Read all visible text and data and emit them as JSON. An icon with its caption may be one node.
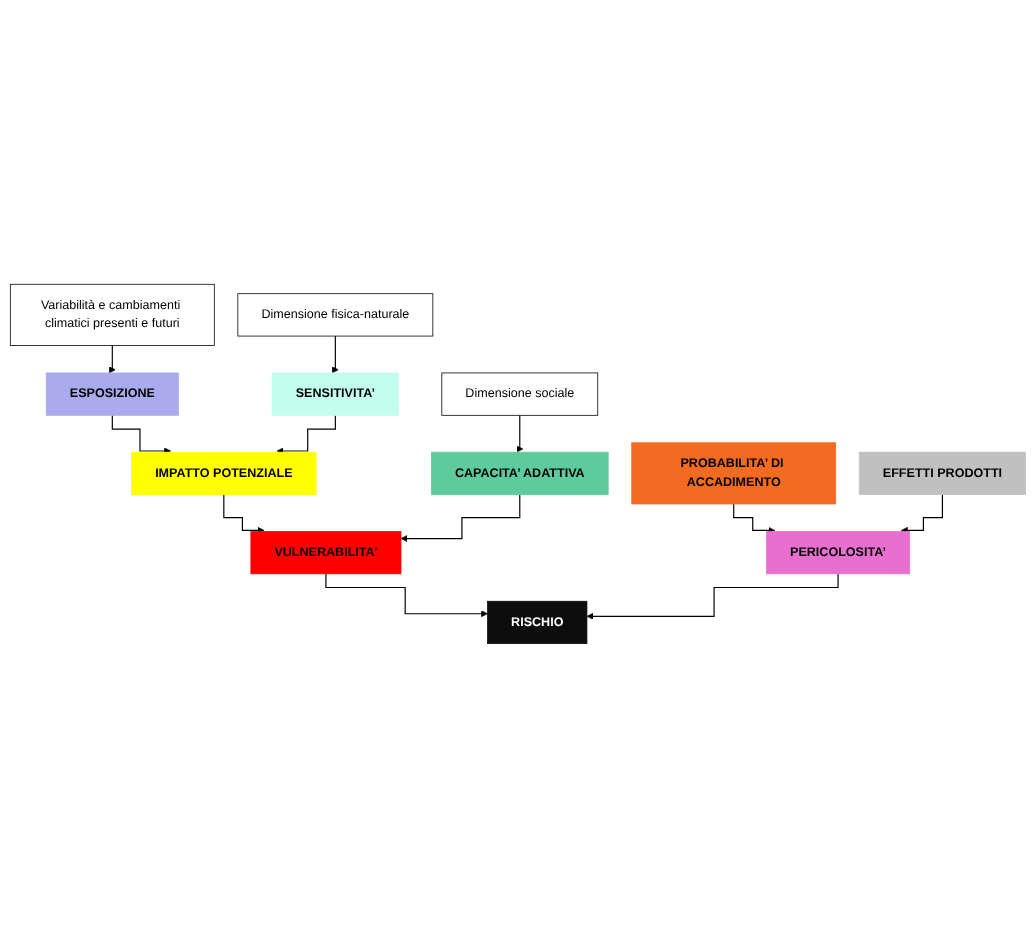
{
  "diagram": {
    "nodes": [
      {
        "text": [
          "Variabilità e cambiamenti climatici presenti e futuri"
        ]
      },
      {
        "text": [
          "Dimensione fisica-naturale"
        ]
      },
      {
        "text": [
          "ESPOSIZIONE"
        ]
      },
      {
        "text": [
          "SENSITIVITA’"
        ]
      },
      {
        "text": [
          "Dimensione sociale"
        ]
      },
      {
        "text": [
          "IMPATTO POTENZIALE"
        ]
      },
      {
        "text": [
          "CAPACITA’ ADATTIVA"
        ]
      },
      {
        "text": [
          "VULNERABILITA’"
        ]
      },
      {
        "text": [
          "RISCHIO"
        ]
      },
      {
        "text": [
          "PROBABILITA’ DI ACCADIMENTO"
        ]
      },
      {
        "text": [
          "PERICOLOSITA’"
        ]
      },
      {
        "text": [
          "EFFETTI PRODOTTI"
        ]
      }
    ],
    "edges": [
      {
        "from": 0,
        "to": 2,
        "arrow": "to"
      },
      {
        "from": 1,
        "to": 3,
        "arrow": "to"
      },
      {
        "from": 2,
        "to": 5,
        "arrow": "to"
      },
      {
        "from": 3,
        "to": 5,
        "arrow": "to"
      },
      {
        "from": 4,
        "to": 6,
        "arrow": "to"
      },
      {
        "from": 5,
        "to": 7,
        "arrow": "to"
      },
      {
        "from": 6,
        "to": 7,
        "arrow": "to"
      },
      {
        "from": 7,
        "to": 8,
        "arrow": "to"
      },
      {
        "from": 10,
        "to": 8,
        "arrow": "to"
      },
      {
        "from": 9,
        "to": 10,
        "arrow": "to"
      },
      {
        "from": 11,
        "to": 10,
        "arrow": "to"
      }
    ]
  }
}
